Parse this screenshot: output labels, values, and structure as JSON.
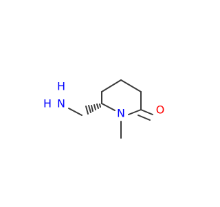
{
  "molecule": {
    "atoms": {
      "nitrogen_ring": {
        "symbol": "N",
        "color": "#0000ff"
      },
      "oxygen": {
        "symbol": "O",
        "color": "#ff0000"
      },
      "amine_n": {
        "symbol": "N",
        "color": "#0000ff"
      },
      "amine_h": {
        "symbol": "H",
        "color": "#0000ff"
      }
    },
    "bond_color": "#3a3a3a",
    "stereo": "wedge-hashed"
  }
}
